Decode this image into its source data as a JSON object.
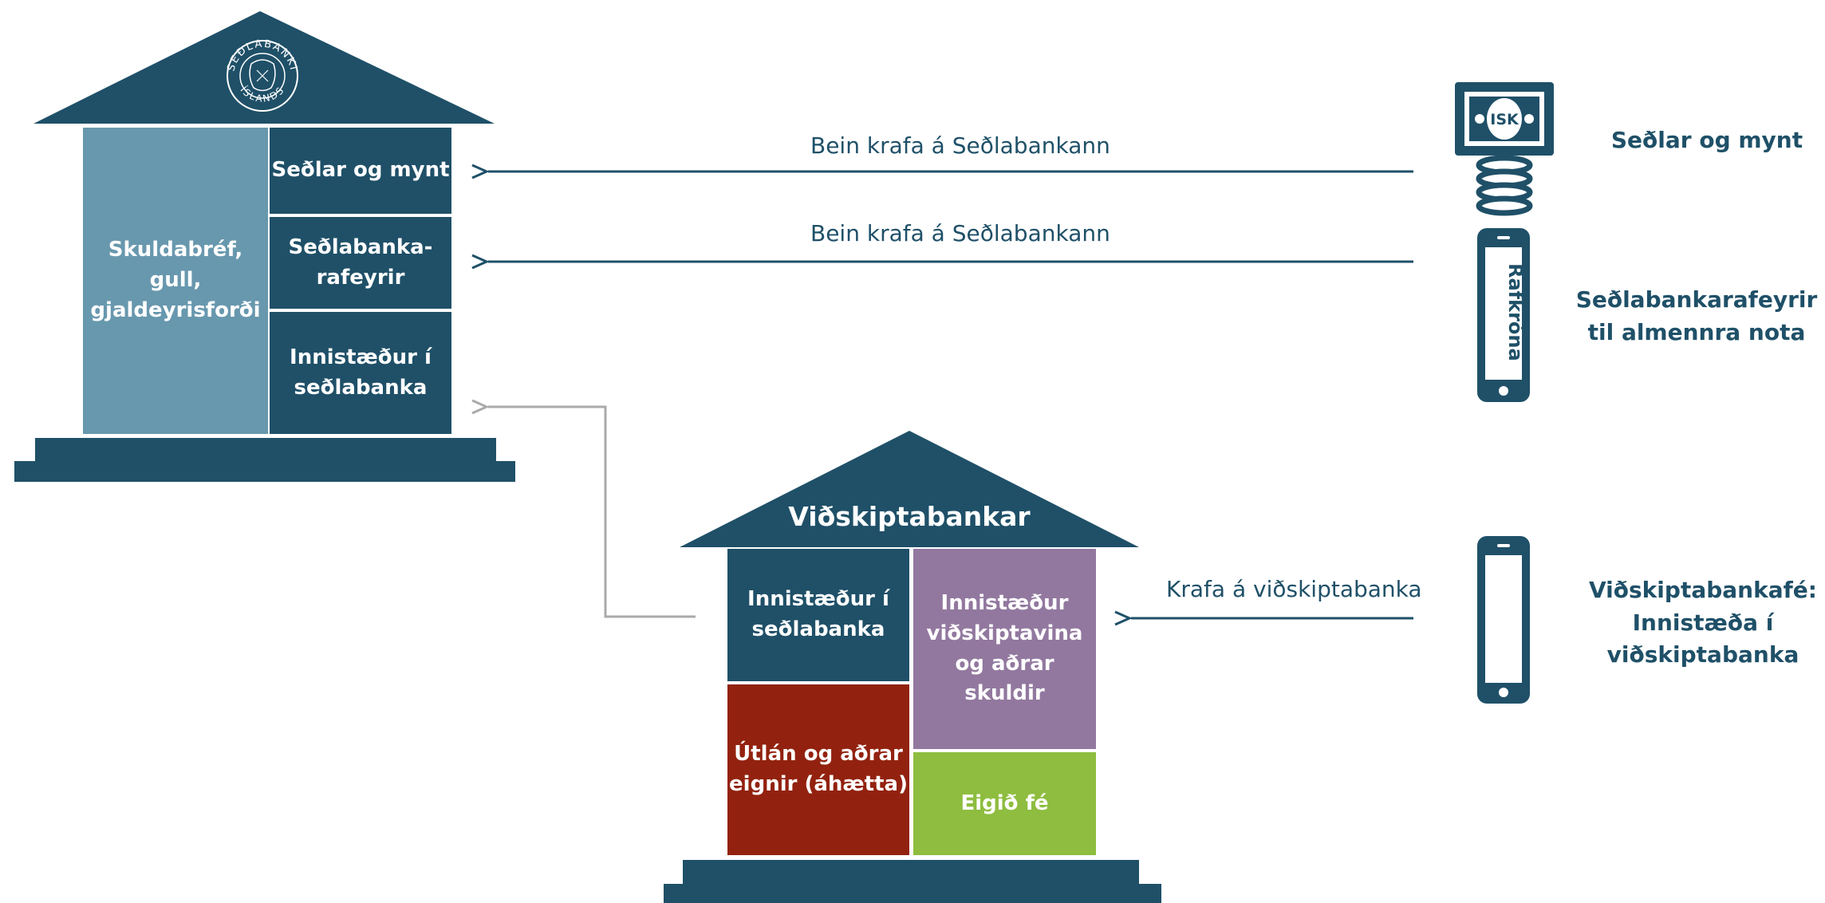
{
  "central_bank": {
    "seal_text": "SEÐLABANKI ÍSLANDS",
    "assets": "Skuldabréf, gull,\ngjaldeyrisforði",
    "liabilities": [
      "Seðlar og mynt",
      "Seðlabanka-\nrafeyrir",
      "Innistæður í\nseðlabanka"
    ]
  },
  "commercial_bank": {
    "title": "Viðskiptabankar",
    "assets": [
      "Innistæður í\nseðlabanka",
      "Útlán og aðrar\neignir (áhætta)"
    ],
    "liabilities": [
      "Innistæður\nviðskiptavina\nog aðrar skuldir",
      "Eigið fé"
    ]
  },
  "arrows": {
    "arrow1": "Bein krafa á Seðlabankann",
    "arrow2": "Bein krafa á Seðlabankann",
    "arrow3": "Krafa á viðskiptabanka"
  },
  "right_items": {
    "cash": {
      "icon_text": "ISK",
      "label": "Seðlar og mynt"
    },
    "cbdc": {
      "icon_text": "Rafkróna",
      "label": "Seðlabankarafeyrir\ntil almennra nota"
    },
    "deposit": {
      "label": "Viðskiptabankafé:\nInnistæða í\nviðskiptabanka"
    }
  },
  "colors": {
    "dark_blue": "#1f5068",
    "light_blue": "#6898ae",
    "purple": "#92789f",
    "red": "#92220f",
    "green": "#8ebd3f",
    "gray_line": "#aaaaaa"
  }
}
